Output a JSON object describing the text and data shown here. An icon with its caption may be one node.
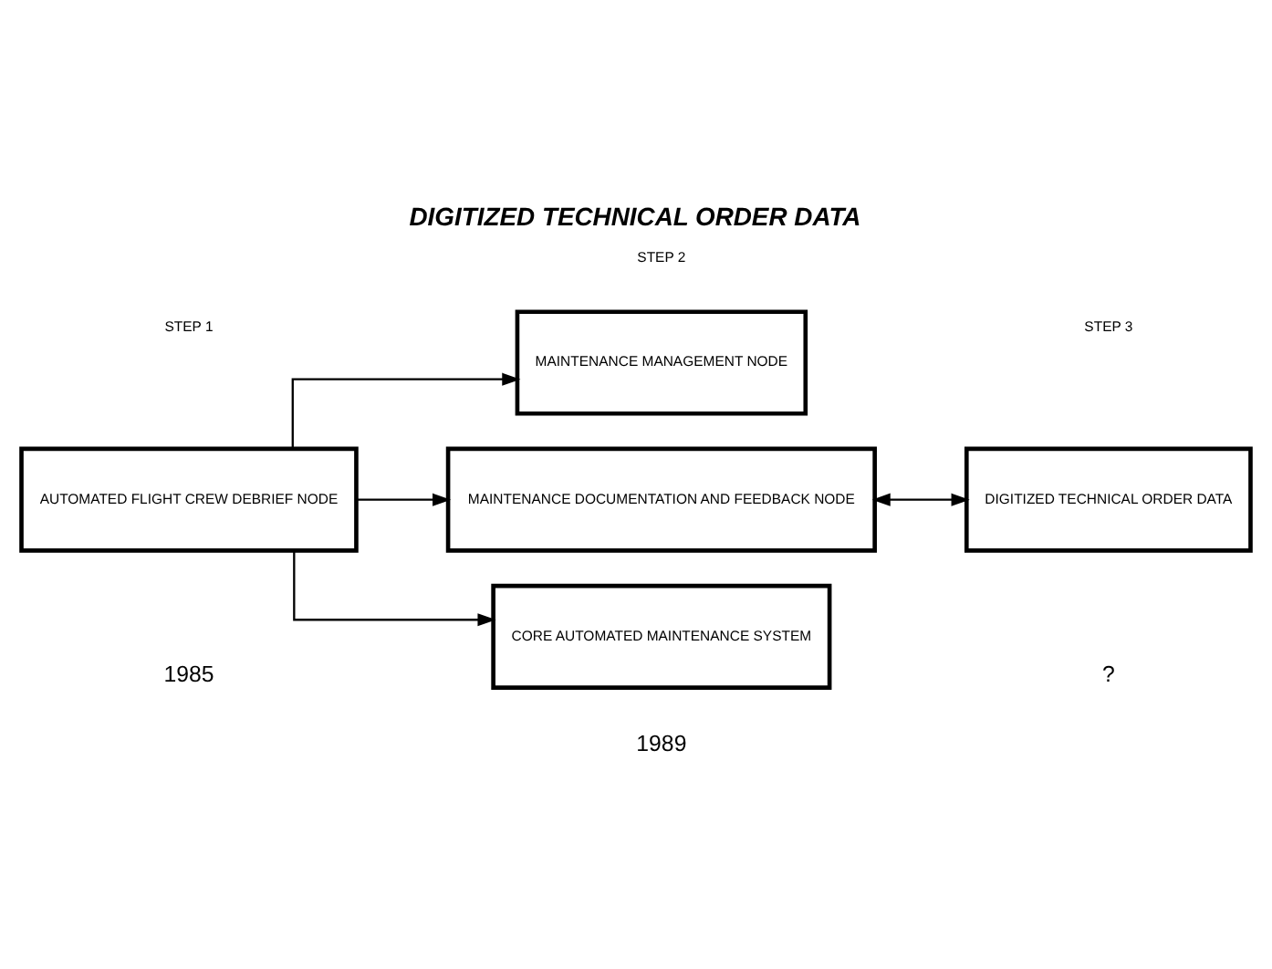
{
  "diagram": {
    "title": "DIGITIZED TECHNICAL ORDER DATA",
    "nodes": [
      {
        "text": [
          "AUTOMATED FLIGHT CREW DEBRIEF NODE"
        ]
      },
      {
        "text": [
          "MAINTENANCE MANAGEMENT NODE"
        ]
      },
      {
        "text": [
          "MAINTENANCE DOCUMENTATION AND FEEDBACK NODE"
        ]
      },
      {
        "text": [
          "CORE AUTOMATED MAINTENANCE SYSTEM"
        ]
      },
      {
        "text": [
          "DIGITIZED TECHNICAL ORDER DATA"
        ]
      }
    ],
    "edges": [
      {
        "from": 0,
        "to": 1,
        "arrow": "to"
      },
      {
        "from": 0,
        "to": 2,
        "arrow": "to"
      },
      {
        "from": 0,
        "to": 3,
        "arrow": "to"
      },
      {
        "from": 2,
        "to": 4,
        "arrow": "both"
      }
    ],
    "labels": [
      "STEP 1",
      "STEP 2",
      "STEP 3",
      "1985",
      "1989",
      "?"
    ]
  }
}
